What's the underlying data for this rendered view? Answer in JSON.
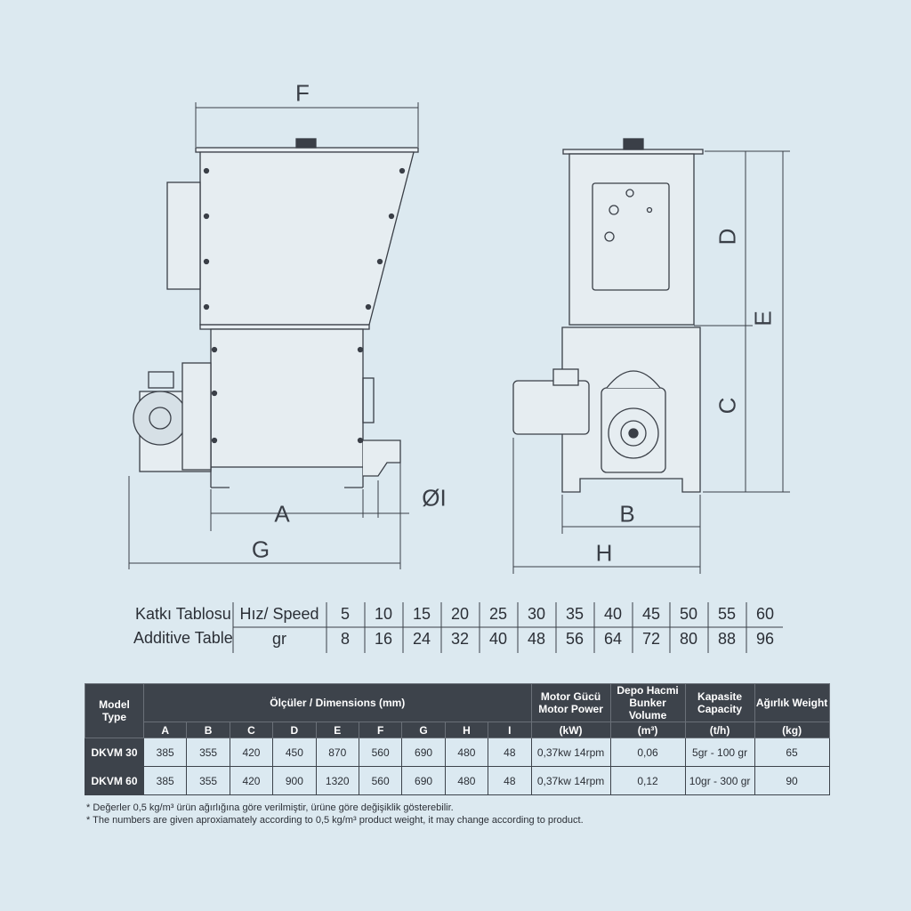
{
  "dimension_labels": {
    "A": "A",
    "B": "B",
    "C": "C",
    "D": "D",
    "E": "E",
    "F": "F",
    "G": "G",
    "H": "H",
    "I": "ØI"
  },
  "additive_table": {
    "title_tr": "Katkı Tablosu",
    "title_en": "Additive Table",
    "speed_label": "Hız/ Speed",
    "gr_label": "gr",
    "speed": [
      "5",
      "10",
      "15",
      "20",
      "25",
      "30",
      "35",
      "40",
      "45",
      "50",
      "55",
      "60"
    ],
    "gr": [
      "8",
      "16",
      "24",
      "32",
      "40",
      "48",
      "56",
      "64",
      "72",
      "80",
      "88",
      "96"
    ]
  },
  "spec_table": {
    "model_header": [
      "Model",
      "Type"
    ],
    "dimensions_header": "Ölçüler / Dimensions (mm)",
    "dim_columns": [
      "A",
      "B",
      "C",
      "D",
      "E",
      "F",
      "G",
      "H",
      "I"
    ],
    "motor_header": [
      "Motor Gücü",
      "Motor Power"
    ],
    "motor_unit": "(kW)",
    "volume_header": [
      "Depo Hacmi",
      "Bunker Volume"
    ],
    "volume_unit": "(m³)",
    "capacity_header": [
      "Kapasite",
      "Capacity"
    ],
    "capacity_unit": "(t/h)",
    "weight_header": "Ağırlık Weight",
    "weight_unit": "(kg)",
    "rows": [
      {
        "model": "DKVM 30",
        "dims": [
          "385",
          "355",
          "420",
          "450",
          "870",
          "560",
          "690",
          "480",
          "48"
        ],
        "motor": "0,37kw 14rpm",
        "volume": "0,06",
        "capacity": "5gr - 100 gr",
        "weight": "65"
      },
      {
        "model": "DKVM 60",
        "dims": [
          "385",
          "355",
          "420",
          "900",
          "1320",
          "560",
          "690",
          "480",
          "48"
        ],
        "motor": "0,37kw 14rpm",
        "volume": "0,12",
        "capacity": "10gr - 300 gr",
        "weight": "90"
      }
    ]
  },
  "notes": [
    "* Değerler 0,5 kg/m³ ürün ağırlığına göre verilmiştir, ürüne göre değişiklik gösterebilir.",
    "* The numbers are given aproxiamately according to 0,5 kg/m³ product weight, it may change according to product."
  ]
}
